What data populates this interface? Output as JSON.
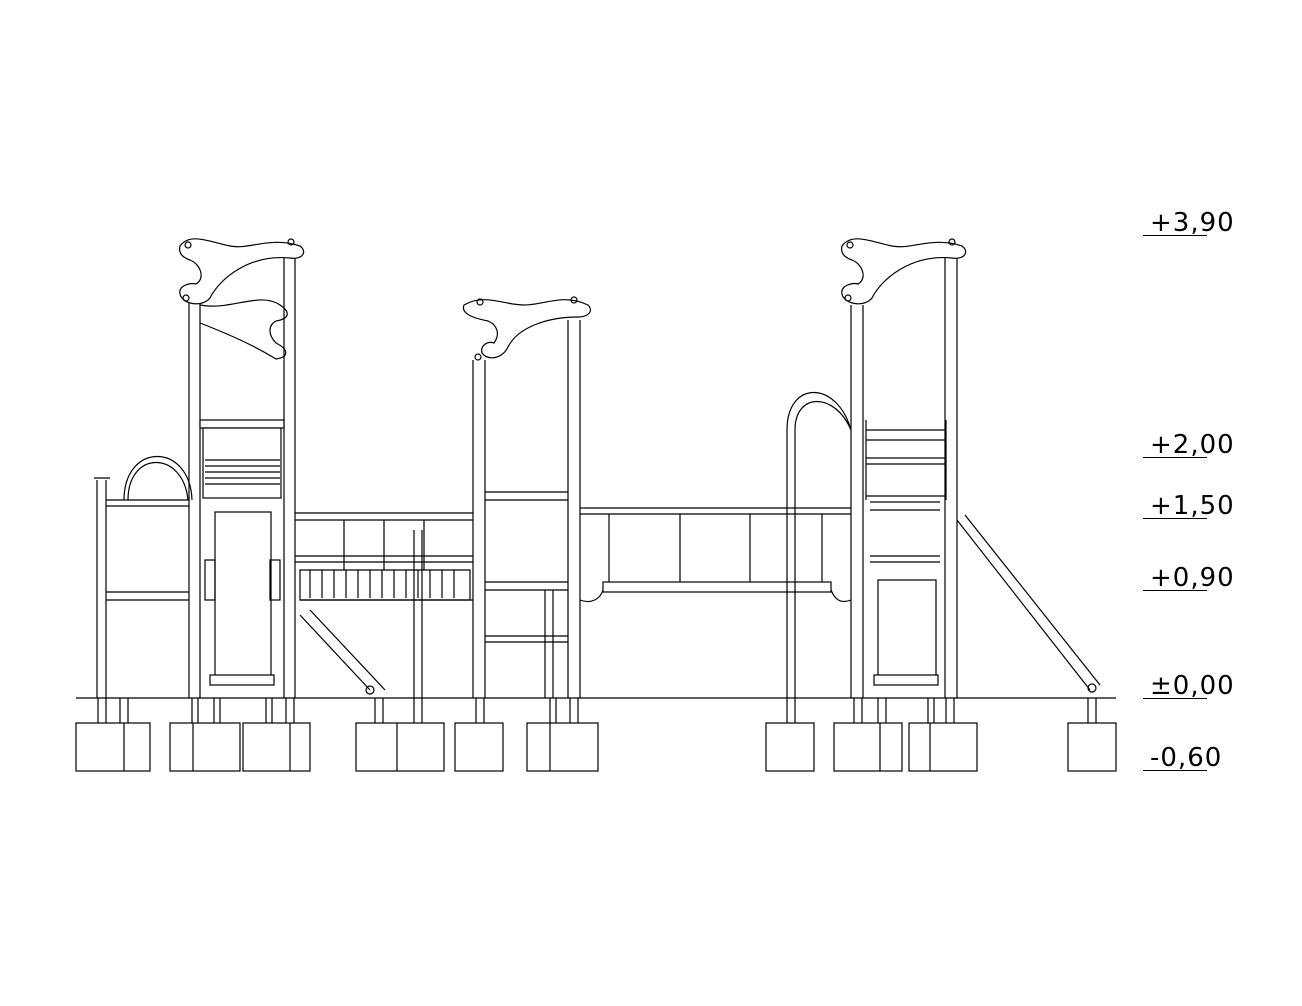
{
  "drawing": {
    "type": "elevation",
    "elevation_marks": [
      {
        "label": "+3,90"
      },
      {
        "label": "+2,00"
      },
      {
        "label": "+1,50"
      },
      {
        "label": "+0,90"
      },
      {
        "label": "±0,00"
      },
      {
        "label": "-0,60"
      }
    ]
  }
}
